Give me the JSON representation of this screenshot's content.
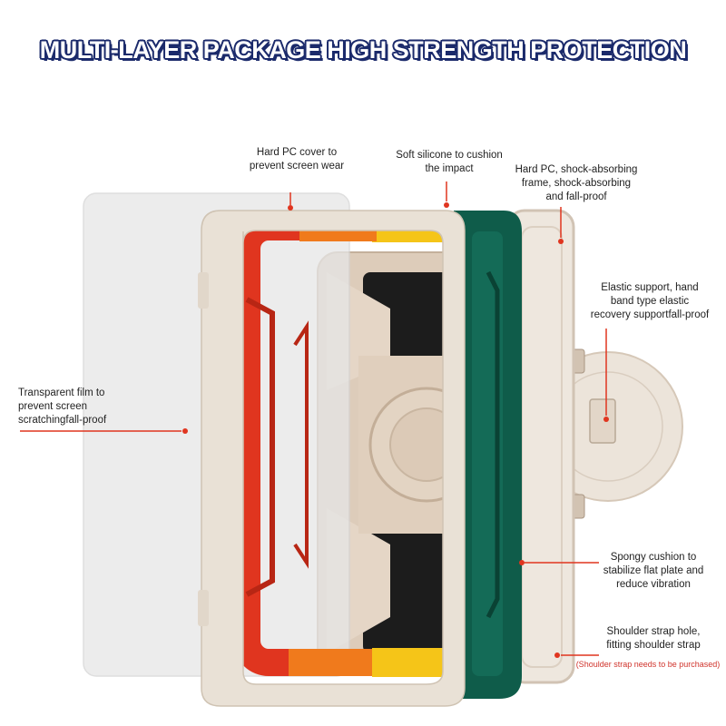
{
  "title": "MULTI-LAYER PACKAGE HIGH STRENGTH PROTECTION",
  "colors": {
    "title_fill": "#ffffff",
    "title_outline": "#1b2a6b",
    "accent_red": "#e0351f",
    "accent_orange": "#f07a1c",
    "accent_yellow": "#f5c518",
    "accent_green": "#0f5c4a",
    "frame_beige": "#e7ddd0",
    "shell_tan": "#d9c6b4",
    "film": "#e9e9e9",
    "callout": "#e0351f"
  },
  "labels": {
    "hard_pc_cover": [
      "Hard PC cover to",
      "prevent screen wear"
    ],
    "soft_silicone": [
      "Soft silicone to cushion",
      "the impact"
    ],
    "hard_pc_frame": [
      "Hard PC, shock-absorbing",
      "frame, shock-absorbing",
      "and fall-proof"
    ],
    "elastic_support": [
      "Elastic support, hand",
      "band type elastic",
      "recovery supportfall-proof"
    ],
    "transparent_film": [
      "Transparent film to",
      "prevent screen",
      "scratchingfall-proof"
    ],
    "spongy_cushion": [
      "Spongy cushion to",
      "stabilize flat plate and",
      "reduce vibration"
    ],
    "shoulder_strap": [
      "Shoulder strap hole,",
      "fitting shoulder strap"
    ],
    "shoulder_note": "(Shoulder strap needs to be purchased)"
  }
}
